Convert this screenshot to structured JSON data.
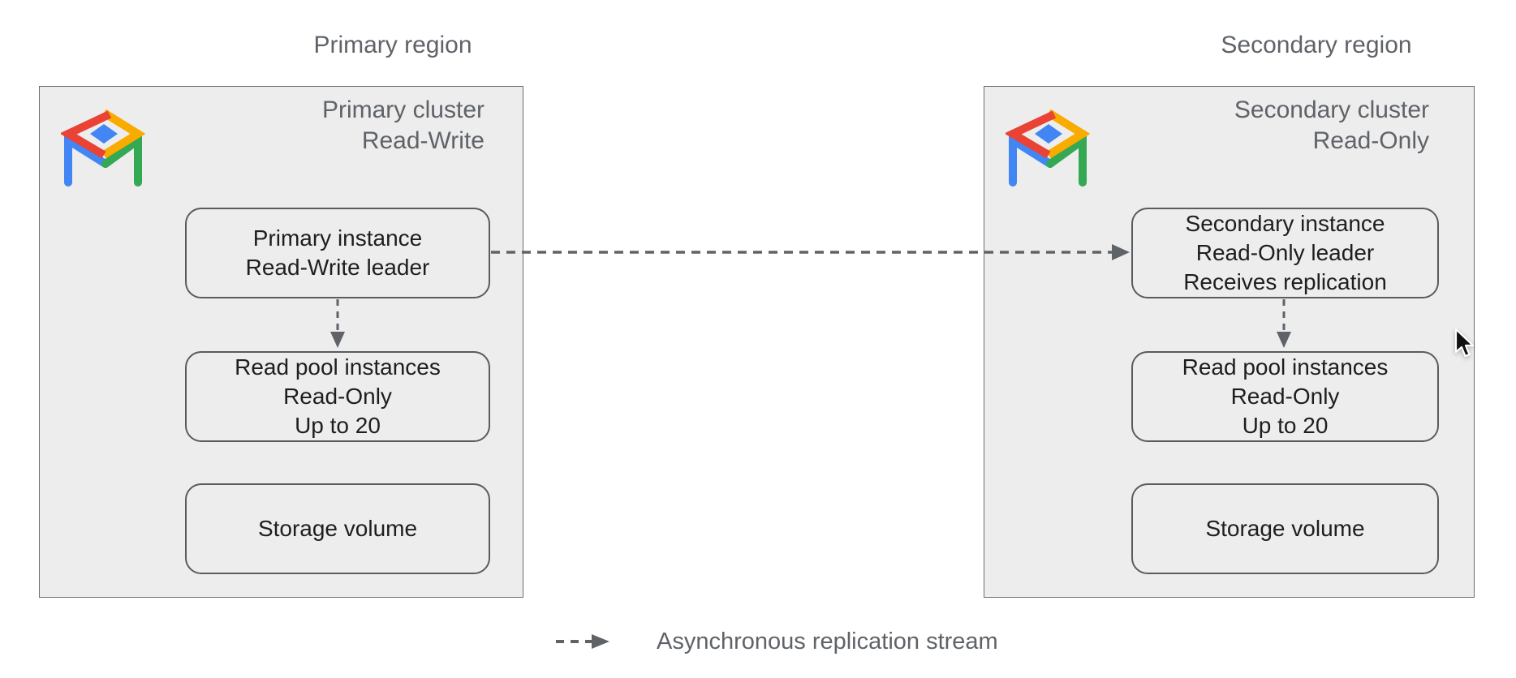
{
  "diagram": {
    "regions": [
      {
        "region_label": "Primary region",
        "cluster_title": [
          "Primary cluster",
          "Read-Write"
        ],
        "boxes": {
          "instance": [
            "Primary instance",
            "Read-Write leader"
          ],
          "read_pool": [
            "Read pool instances",
            "Read-Only",
            "Up to 20"
          ],
          "storage": [
            "Storage volume"
          ]
        }
      },
      {
        "region_label": "Secondary region",
        "cluster_title": [
          "Secondary cluster",
          "Read-Only"
        ],
        "boxes": {
          "instance": [
            "Secondary instance",
            "Read-Only leader",
            "Receives replication"
          ],
          "read_pool": [
            "Read pool instances",
            "Read-Only",
            "Up to 20"
          ],
          "storage": [
            "Storage volume"
          ]
        }
      }
    ],
    "legend": {
      "label": "Asynchronous replication stream"
    },
    "icons": {
      "cluster_icon": "alloydb-table-icon",
      "arrow_icon": "dashed-arrow-icon",
      "pointer_icon": "mouse-cursor-icon"
    },
    "colors": {
      "cluster_fill": "#ededed",
      "cluster_border": "#6e6e6e",
      "box_border": "#585c5e",
      "gray_text": "#5f6368",
      "dark_text": "#1e1e1e",
      "arrow": "#5f6368",
      "logo_red": "#EA4335",
      "logo_yellow": "#F9AB00",
      "logo_green": "#34A853",
      "logo_blue": "#4285F4"
    }
  }
}
